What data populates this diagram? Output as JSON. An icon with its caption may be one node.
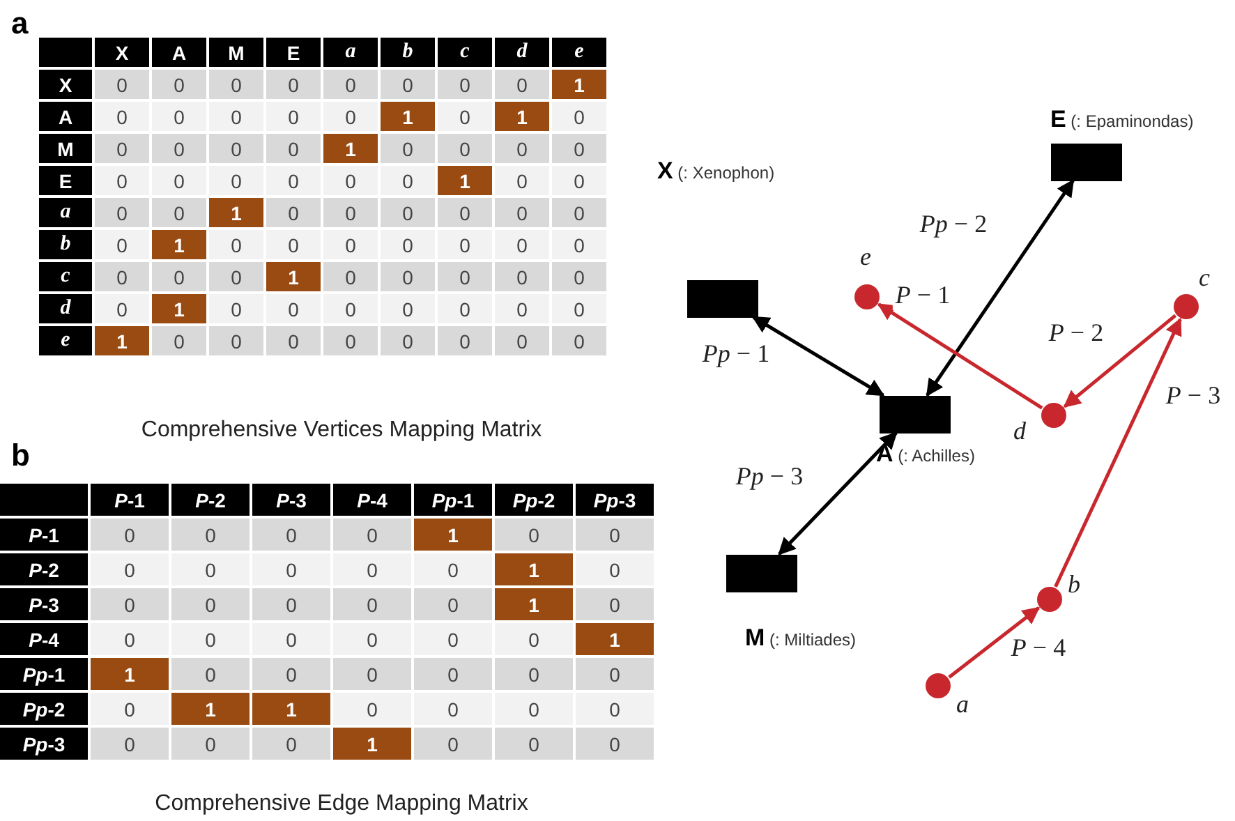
{
  "diagram": {
    "nodes": [
      {
        "text": [
          "**E** (: Epaminondas)"
        ]
      },
      {
        "text": [
          "**X** (: Xenophon)"
        ]
      },
      {
        "text": [
          "**A** (: Achilles)"
        ]
      },
      {
        "text": [
          "**M** (: Miltiades)"
        ]
      },
      {
        "text": [
          "e"
        ]
      },
      {
        "text": [
          "c"
        ]
      },
      {
        "text": [
          "d"
        ]
      },
      {
        "text": [
          "b"
        ]
      },
      {
        "text": [
          "a"
        ]
      }
    ],
    "edges": [
      {
        "from": 1,
        "to": 2,
        "arrow": "both",
        "label": "*Pp* − 1",
        "color": "#000000"
      },
      {
        "from": 2,
        "to": 0,
        "arrow": "both",
        "label": "*Pp* − 2",
        "color": "#000000"
      },
      {
        "from": 2,
        "to": 3,
        "arrow": "both",
        "label": "*Pp* − 3",
        "color": "#000000"
      },
      {
        "from": 6,
        "to": 4,
        "arrow": "to",
        "label": "*P* − 1"
      },
      {
        "from": 5,
        "to": 6,
        "arrow": "to",
        "label": "*P* − 2"
      },
      {
        "from": 7,
        "to": 5,
        "arrow": "to",
        "label": "*P* − 3"
      },
      {
        "from": 8,
        "to": 7,
        "arrow": "to",
        "label": "*P* − 4"
      }
    ],
    "labels": [
      "a",
      "X",
      "A",
      "M",
      "E",
      "a",
      "b",
      "c",
      "d",
      "e",
      "X",
      "0",
      "0",
      "0",
      "0",
      "0",
      "0",
      "0",
      "0",
      "1",
      "A",
      "0",
      "0",
      "0",
      "0",
      "0",
      "1",
      "0",
      "1",
      "0",
      "M",
      "0",
      "0",
      "0",
      "0",
      "1",
      "0",
      "0",
      "0",
      "0",
      "E",
      "0",
      "0",
      "0",
      "0",
      "0",
      "0",
      "1",
      "0",
      "0",
      "a",
      "0",
      "0",
      "1",
      "0",
      "0",
      "0",
      "0",
      "0",
      "0",
      "b",
      "0",
      "1",
      "0",
      "0",
      "0",
      "0",
      "0",
      "0",
      "0",
      "c",
      "0",
      "0",
      "0",
      "1",
      "0",
      "0",
      "0",
      "0",
      "0",
      "d",
      "0",
      "1",
      "0",
      "0",
      "0",
      "0",
      "0",
      "0",
      "0",
      "e",
      "1",
      "0",
      "0",
      "0",
      "0",
      "0",
      "0",
      "0",
      "0",
      "Comprehensive Vertices Mapping Matrix",
      "b",
      "*P*-1",
      "*P*-2",
      "*P*-3",
      "*P*-4",
      "*Pp*-1",
      "*Pp*-2",
      "*Pp*-3",
      "*P*-1",
      "0",
      "0",
      "0",
      "0",
      "1",
      "0",
      "0",
      "*P*-2",
      "0",
      "0",
      "0",
      "0",
      "0",
      "1",
      "0",
      "*P*-3",
      "0",
      "0",
      "0",
      "0",
      "0",
      "1",
      "0",
      "*P*-4",
      "0",
      "0",
      "0",
      "0",
      "0",
      "0",
      "1",
      "*Pp*-1",
      "1",
      "0",
      "0",
      "0",
      "0",
      "0",
      "0",
      "*Pp*-2",
      "0",
      "1",
      "1",
      "0",
      "0",
      "0",
      "0",
      "*Pp*-3",
      "0",
      "0",
      "0",
      "1",
      "0",
      "0",
      "0",
      "Comprehensive Edge Mapping Matrix"
    ]
  }
}
